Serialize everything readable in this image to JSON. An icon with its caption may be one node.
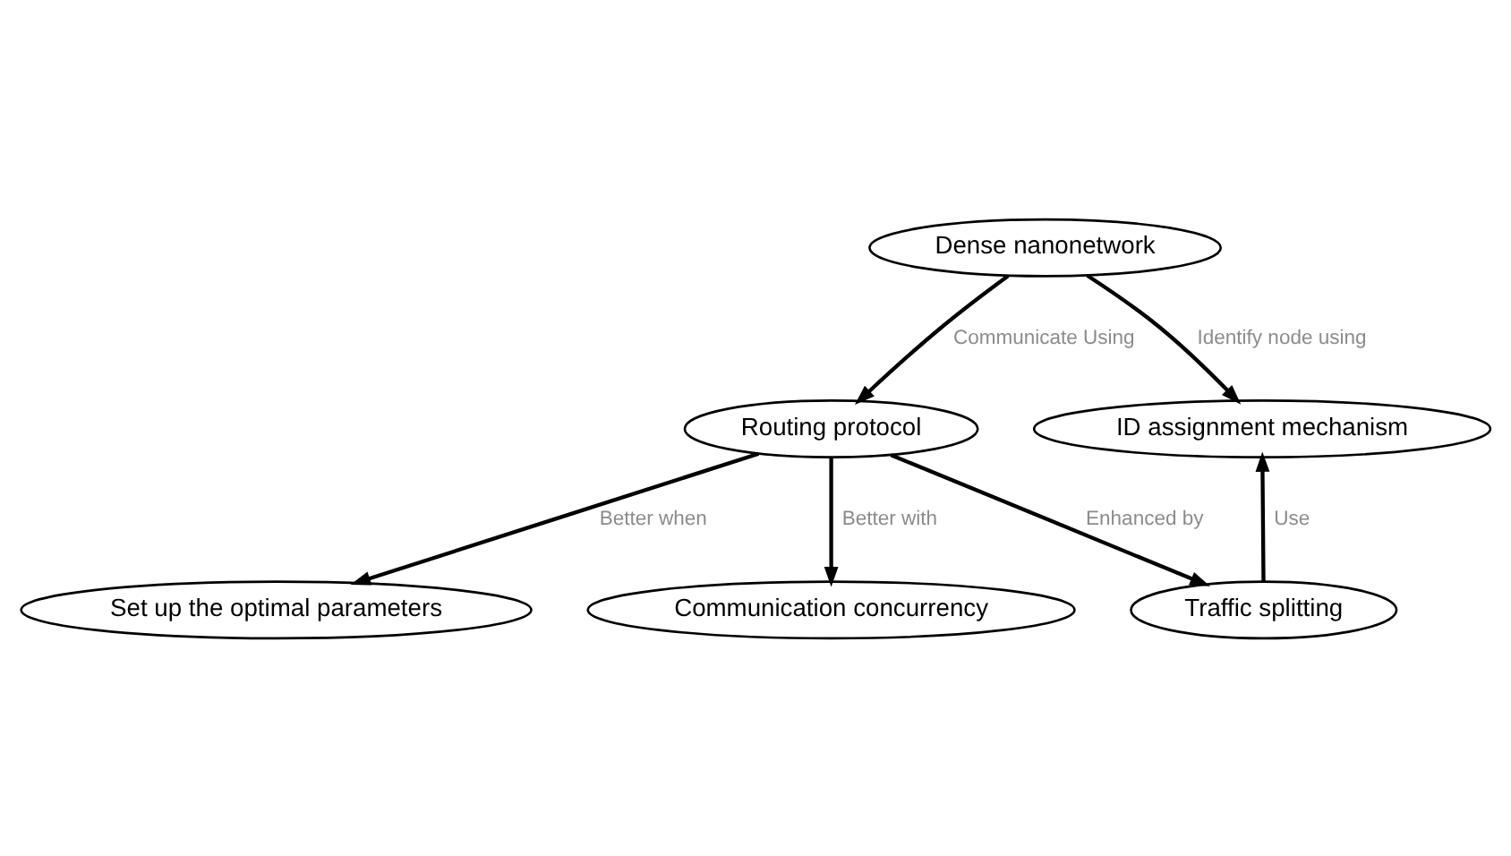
{
  "diagram": {
    "nodes": [
      {
        "text": [
          "Dense nanonetwork"
        ]
      },
      {
        "text": [
          "Routing protocol"
        ]
      },
      {
        "text": [
          "ID assignment mechanism"
        ]
      },
      {
        "text": [
          "Set up the optimal parameters"
        ]
      },
      {
        "text": [
          "Communication concurrency"
        ]
      },
      {
        "text": [
          "Traffic splitting"
        ]
      }
    ],
    "edges": [
      {
        "from": 0,
        "to": 1,
        "arrow": "to",
        "label": "Communicate Using"
      },
      {
        "from": 0,
        "to": 2,
        "arrow": "to",
        "label": "Identify node using"
      },
      {
        "from": 1,
        "to": 3,
        "arrow": "to",
        "label": "Better when"
      },
      {
        "from": 1,
        "to": 4,
        "arrow": "to",
        "label": "Better with"
      },
      {
        "from": 1,
        "to": 5,
        "arrow": "to",
        "label": "Enhanced by"
      },
      {
        "from": 5,
        "to": 2,
        "arrow": "to",
        "label": "Use"
      }
    ]
  }
}
